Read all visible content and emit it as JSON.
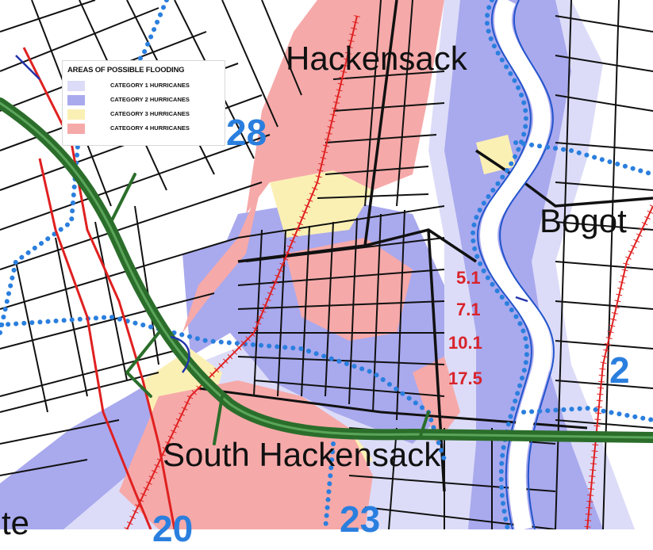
{
  "legend": {
    "title": "AREAS OF POSSIBLE FLOODING",
    "items": [
      {
        "label": "CATEGORY 1 HURRICANES",
        "color": "#dcdcf8"
      },
      {
        "label": "CATEGORY 2 HURRICANES",
        "color": "#a9a9ee"
      },
      {
        "label": "CATEGORY 3 HURRICANES",
        "color": "#fbf0b4"
      },
      {
        "label": "CATEGORY 4 HURRICANES",
        "color": "#f6a9a9"
      }
    ]
  },
  "places": {
    "hackensack": "Hackensack",
    "south_hackensack": "South Hackensack",
    "bogota": "Bogot",
    "partial_left": "te"
  },
  "zones": {
    "zone_28": "28",
    "zone_23": "23",
    "zone_20": "20",
    "zone_right": "2"
  },
  "surge_heights": [
    "5.1",
    "7.1",
    "10.1",
    "17.5"
  ],
  "colors": {
    "evacuation_route": "#2b6e2b",
    "highway_red": "#e02020",
    "zone_boundary": "#2a7fde",
    "road": "#111111"
  }
}
